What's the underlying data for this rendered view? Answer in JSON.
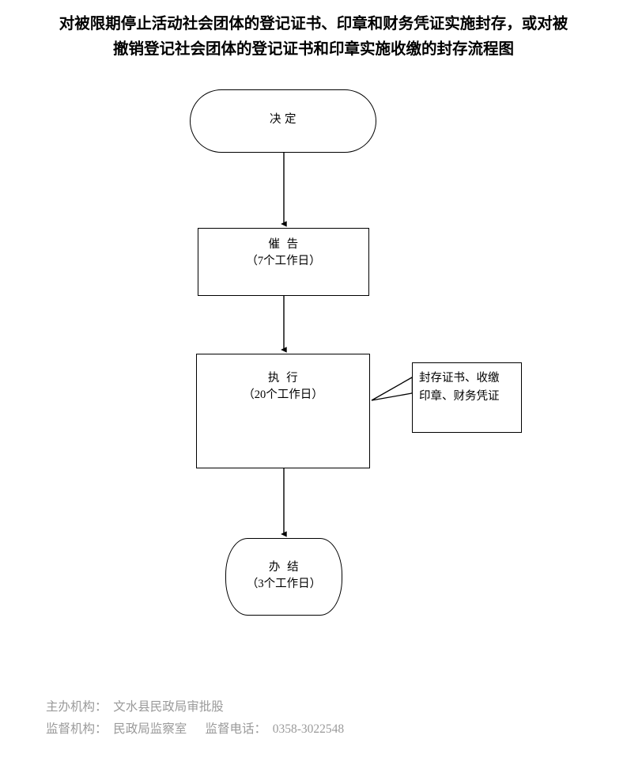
{
  "title": {
    "line1": "对被限期停止活动社会团体的登记证书、印章和财务凭证实施封存，或对被",
    "line2": "撤销登记社会团体的登记证书和印章实施收缴的封存流程图"
  },
  "flow": {
    "nodes": [
      {
        "id": "decision",
        "shape": "stadium",
        "label": "决 定",
        "sublabel": ""
      },
      {
        "id": "urge",
        "shape": "rect",
        "label": "催  告",
        "sublabel": "（7个工作日）"
      },
      {
        "id": "exec",
        "shape": "rect",
        "label": "执  行",
        "sublabel": "（20个工作日）"
      },
      {
        "id": "done",
        "shape": "stadium",
        "label": "办  结",
        "sublabel": "（3个工作日）"
      }
    ],
    "note": {
      "id": "exec-note",
      "line1": "封存证书、收缴",
      "line2": "印章、财务凭证"
    },
    "connectors": [
      {
        "from": "decision",
        "to": "urge",
        "style": "arrow-down"
      },
      {
        "from": "urge",
        "to": "exec",
        "style": "arrow-down"
      },
      {
        "from": "exec",
        "to": "done",
        "style": "arrow-down"
      },
      {
        "from": "exec-note",
        "to": "exec",
        "style": "callout-pointer"
      }
    ]
  },
  "footer": {
    "line1": "主办机构：  文水县民政局审批股",
    "line2": "监督机构：  民政局监察室      监督电话：  0358-3022548"
  },
  "colors": {
    "stroke": "#000000",
    "background": "#ffffff",
    "footer_text": "#9a9a9a",
    "title_text": "#000000"
  }
}
